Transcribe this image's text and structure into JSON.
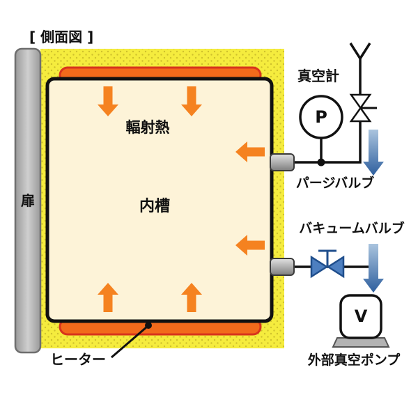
{
  "diagram": {
    "title": "[ 側面図 ]",
    "door_label": "扉",
    "radiant_heat_label": "輻射熱",
    "inner_tank_label": "内槽",
    "heater_label": "ヒーター",
    "vacuum_gauge_label": "真空計",
    "gauge_symbol": "P",
    "purge_valve_label": "パージバルブ",
    "vacuum_valve_label": "バキュームバルブ",
    "pump_symbol": "V",
    "external_pump_label": "外部真空ポンプ"
  },
  "colors": {
    "insulation_yellow": "#f5ec3e",
    "insulation_dot": "#cfc12c",
    "inner_tank_cream": "#fdf3d8",
    "heater_orange": "#f26a1b",
    "heater_edge_red": "#d8341c",
    "heat_arrow_orange": "#f58220",
    "flow_arrow_blue": "#2e5f9e",
    "radiant_heat_red": "#e8160c",
    "door_gray": "#b5b5b5",
    "outline_black": "#111111"
  }
}
